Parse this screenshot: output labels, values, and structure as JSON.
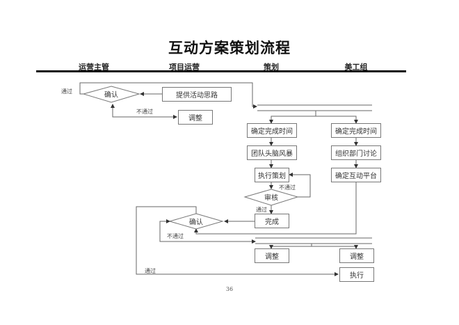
{
  "title": "互动方案策划流程",
  "lanes": [
    "运营主管",
    "项目运营",
    "策划",
    "美工组"
  ],
  "nodes": {
    "confirm_1": "确认",
    "provide_ideas": "提供活动思路",
    "adjust_1": "调整",
    "plan_time": "确定完成时间",
    "design_time": "确定完成时间",
    "brainstorm": "团队头脑风暴",
    "dept_discuss": "组织部门讨论",
    "execute_plan": "执行策划",
    "confirm_platform": "确定互动平台",
    "review": "审核",
    "complete": "完成",
    "confirm_2": "确认",
    "adjust_plan": "调整",
    "adjust_design": "调整",
    "execute": "执行"
  },
  "edge_labels": {
    "pass_1": "通过",
    "fail_1": "不通过",
    "fail_review": "不通过",
    "pass_review": "通过",
    "fail_2": "不通过",
    "pass_2": "通过"
  },
  "page_number": "36",
  "colors": {
    "line": "#666666",
    "box_border": "#777777",
    "rule": "#111111"
  }
}
